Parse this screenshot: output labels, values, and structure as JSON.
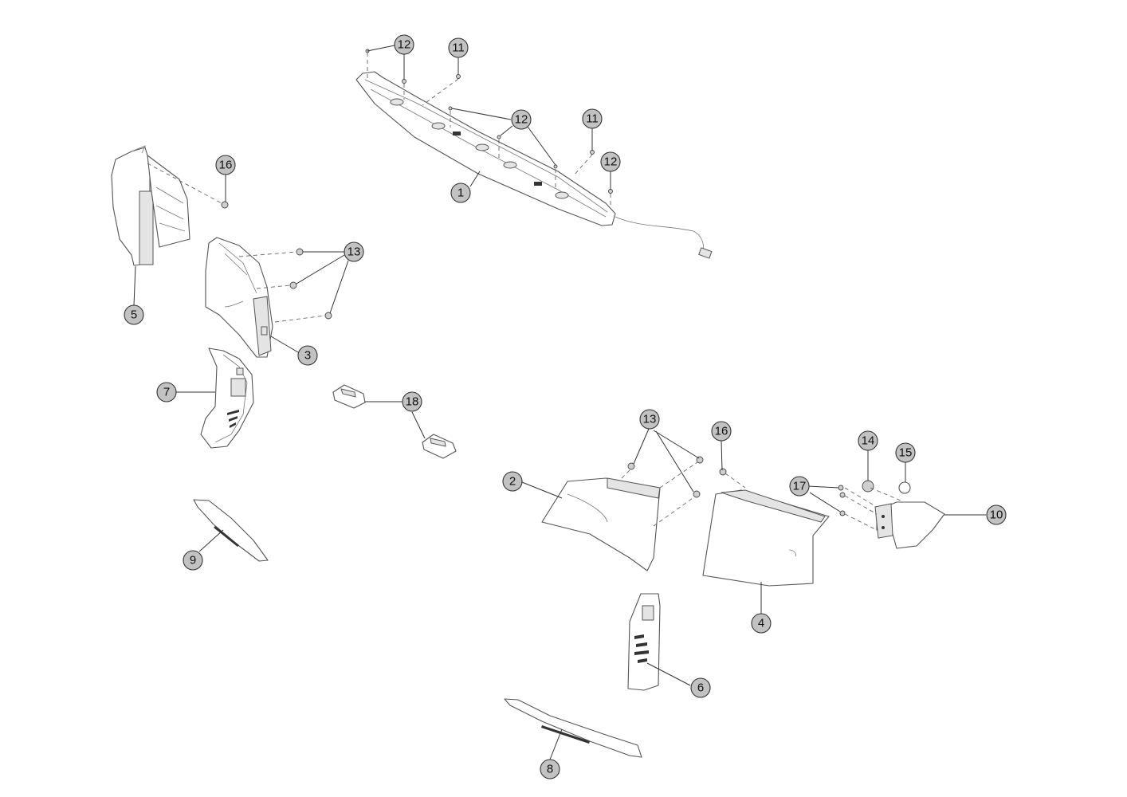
{
  "callouts": [
    {
      "id": "c1",
      "label": "1"
    },
    {
      "id": "c2",
      "label": "2"
    },
    {
      "id": "c3",
      "label": "3"
    },
    {
      "id": "c4",
      "label": "4"
    },
    {
      "id": "c5",
      "label": "5"
    },
    {
      "id": "c6",
      "label": "6"
    },
    {
      "id": "c7",
      "label": "7"
    },
    {
      "id": "c8",
      "label": "8"
    },
    {
      "id": "c9",
      "label": "9"
    },
    {
      "id": "c10",
      "label": "10"
    },
    {
      "id": "c11a",
      "label": "11"
    },
    {
      "id": "c11b",
      "label": "11"
    },
    {
      "id": "c12a",
      "label": "12"
    },
    {
      "id": "c12b",
      "label": "12"
    },
    {
      "id": "c12c",
      "label": "12"
    },
    {
      "id": "c13a",
      "label": "13"
    },
    {
      "id": "c13b",
      "label": "13"
    },
    {
      "id": "c14",
      "label": "14"
    },
    {
      "id": "c15",
      "label": "15"
    },
    {
      "id": "c16a",
      "label": "16"
    },
    {
      "id": "c16b",
      "label": "16"
    },
    {
      "id": "c17",
      "label": "17"
    },
    {
      "id": "c18",
      "label": "18"
    }
  ]
}
